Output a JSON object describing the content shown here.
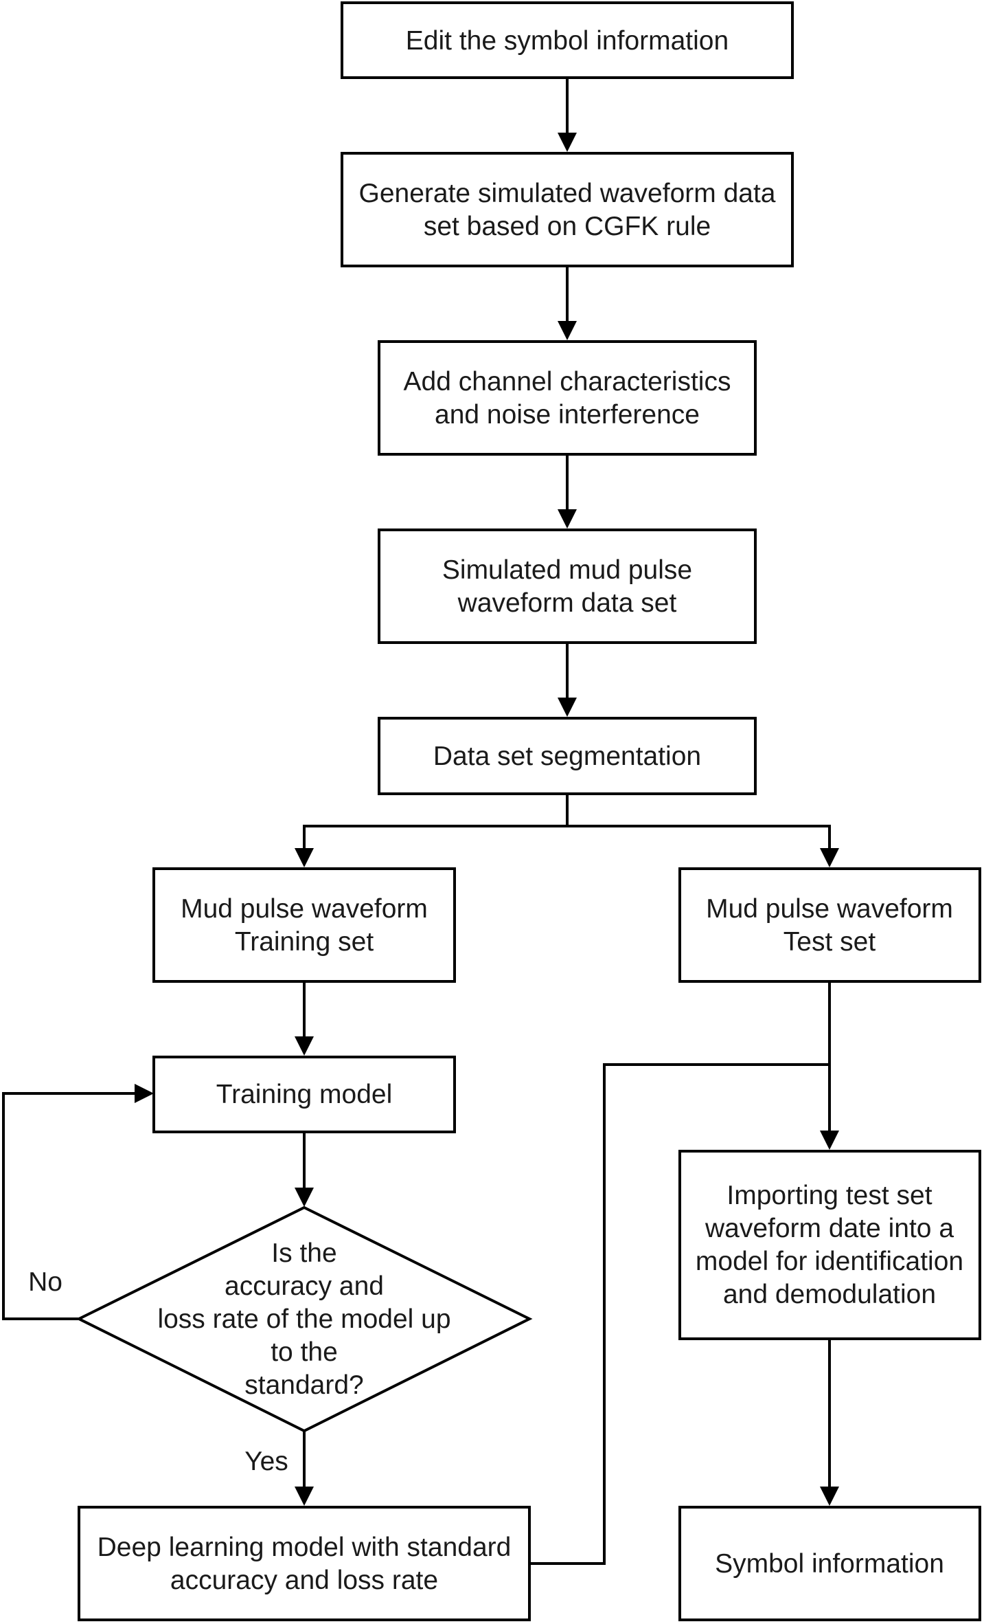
{
  "nodes": {
    "edit_symbol": {
      "lines": [
        "Edit the symbol information"
      ]
    },
    "generate_dataset": {
      "lines": [
        "Generate simulated waveform data",
        "set based on CGFK rule"
      ]
    },
    "add_channel": {
      "lines": [
        "Add channel characteristics",
        "and noise interference"
      ]
    },
    "simulated_dataset": {
      "lines": [
        "Simulated mud pulse",
        "waveform data set"
      ]
    },
    "segmentation": {
      "lines": [
        "Data set segmentation"
      ]
    },
    "training_set": {
      "lines": [
        "Mud pulse waveform",
        "Training set"
      ]
    },
    "test_set": {
      "lines": [
        "Mud pulse waveform",
        "Test set"
      ]
    },
    "training_model": {
      "lines": [
        "Training model"
      ]
    },
    "decision": {
      "lines": [
        "Is the",
        "accuracy and",
        "loss rate of the model up",
        "to the",
        "standard?"
      ]
    },
    "import_test": {
      "lines": [
        "Importing test set",
        "waveform date into a",
        "model for identification",
        "and demodulation"
      ]
    },
    "deep_model": {
      "lines": [
        "Deep learning model with standard",
        "accuracy and loss rate"
      ]
    },
    "symbol_info": {
      "lines": [
        "Symbol information"
      ]
    }
  },
  "edge_labels": {
    "no": "No",
    "yes": "Yes"
  },
  "colors": {
    "stroke": "#000000",
    "text": "#1a1a1a",
    "fill": "#ffffff"
  }
}
